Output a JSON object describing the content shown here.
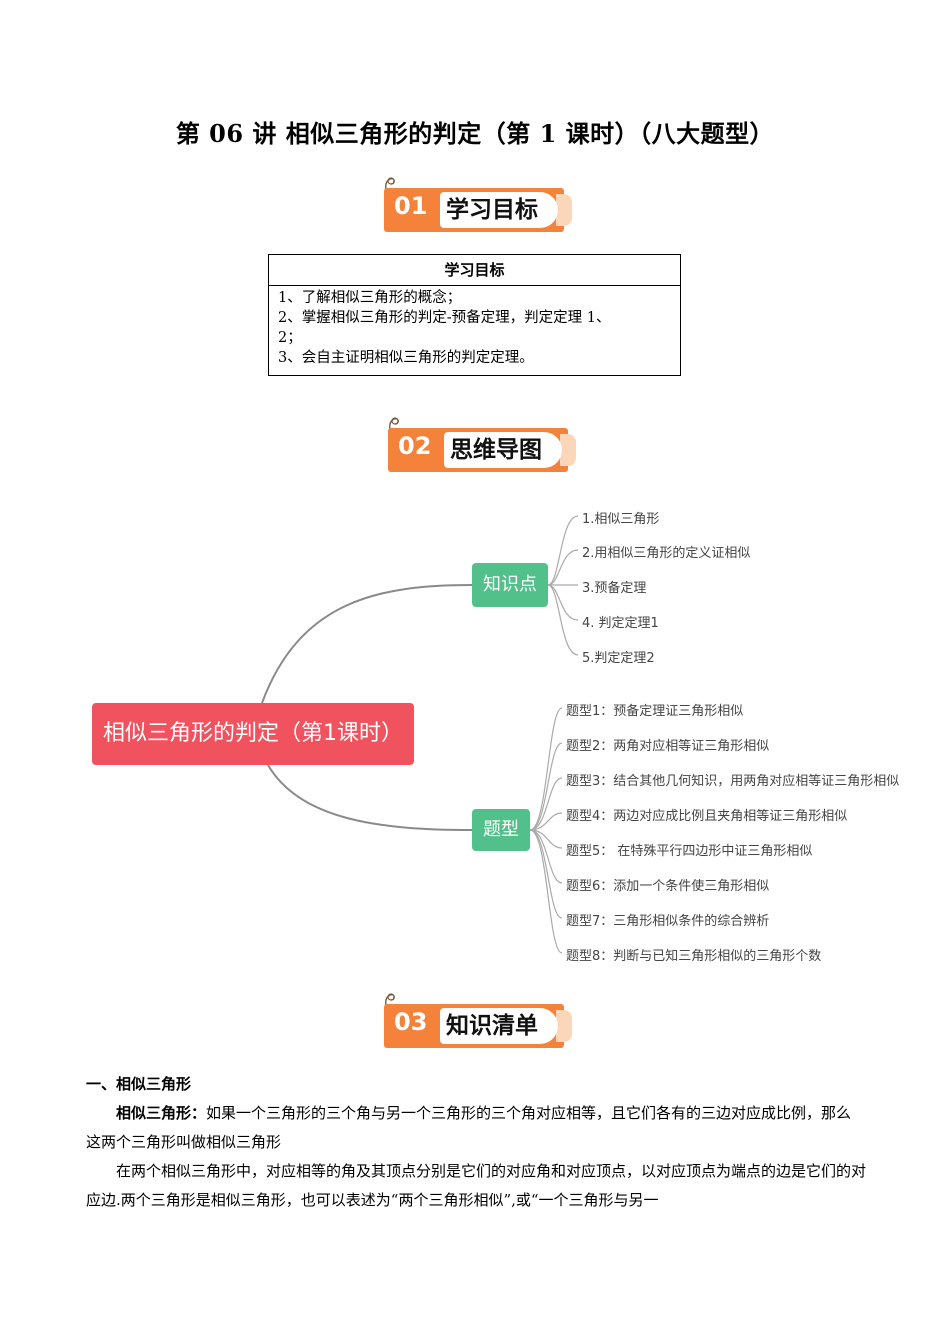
{
  "title": "第 06 讲  相似三角形的判定（第 1 课时）（八大题型）",
  "banners": [
    {
      "num": "01",
      "label": "学习目标"
    },
    {
      "num": "02",
      "label": "思维导图"
    },
    {
      "num": "03",
      "label": "知识清单"
    }
  ],
  "goals": {
    "head": "学习目标",
    "lines": [
      "1、了解相似三角形的概念；",
      "2、掌握相似三角形的判定-预备定理，判定定理 1、",
      "2；",
      "3、会自主证明相似三角形的判定定理。"
    ]
  },
  "mindmap": {
    "root": "相似三角形的判定（第1课时）",
    "branches": [
      {
        "label": "知识点",
        "items": [
          "1.相似三角形",
          "2.用相似三角形的定义证相似",
          "3.预备定理",
          "4. 判定定理1",
          "5.判定定理2"
        ]
      },
      {
        "label": "题型",
        "items": [
          "题型1：预备定理证三角形相似",
          "题型2：两角对应相等证三角形相似",
          "题型3：结合其他几何知识，用两角对应相等证三角形相似",
          "题型4：两边对应成比例且夹角相等证三角形相似",
          "题型5： 在特殊平行四边形中证三角形相似",
          "题型6：添加一个条件使三角形相似",
          "题型7：三角形相似条件的综合辨析",
          "题型8：判断与已知三角形相似的三角形个数"
        ]
      }
    ]
  },
  "content": {
    "section": "一、相似三角形",
    "para1_term": "相似三角形：",
    "para1": "如果一个三角形的三个角与另一个三角形的三个角对应相等，且它们各有的三边对应成比例，那么这两个三角形叫做相似三角形",
    "para2": "在两个相似三角形中，对应相等的角及其顶点分别是它们的对应角和对应顶点，以对应顶点为端点的边是它们的对应边.两个三角形是相似三角形，也可以表述为“两个三角形相似”,或“一个三角形与另一"
  }
}
